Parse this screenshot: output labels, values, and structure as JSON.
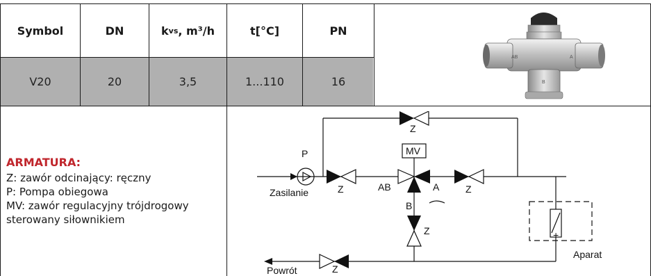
{
  "table": {
    "headers": {
      "symbol": "Symbol",
      "dn": "DN",
      "kvs_k": "k",
      "kvs_sub": "vs",
      "kvs_unit": ", m³/h",
      "temp": "t[°C]",
      "pn": "PN"
    },
    "row": {
      "symbol": "V20",
      "dn": "20",
      "kvs": "3,5",
      "temp": "1...110",
      "pn": "16"
    }
  },
  "legend": {
    "title": "ARMATURA:",
    "lines": [
      "Z: zawór odcinający: ręczny",
      "P: Pompa obiegowa",
      "MV: zawór regulacyjny trójdrogowy",
      "sterowany siłownikiem"
    ]
  },
  "diagram": {
    "z": "Z",
    "p": "P",
    "mv": "MV",
    "ab": "AB",
    "a": "A",
    "b": "B",
    "plus": "+",
    "zasilanie": "Zasilanie",
    "powrot": "Powrót",
    "aparat": "Aparat"
  },
  "photo": {
    "mark_ab": "AB",
    "mark_b": "B",
    "mark_a": "A"
  }
}
